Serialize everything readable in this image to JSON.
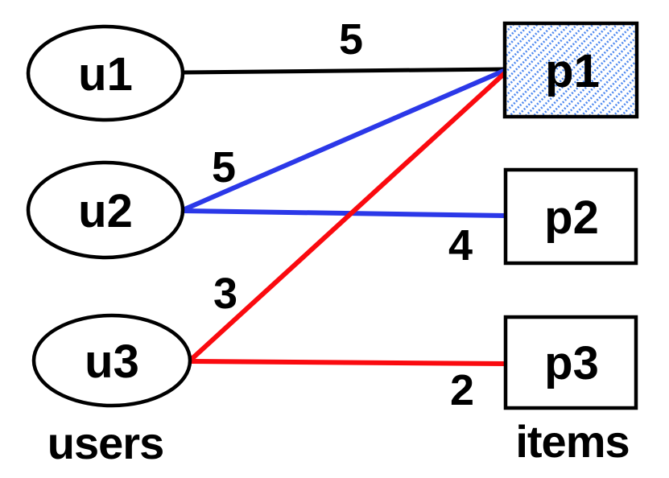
{
  "colors": {
    "background": "#ffffff",
    "node_stroke": "#000000",
    "node_fill": "#ffffff",
    "text": "#000000",
    "edge_black": "#000000",
    "edge_blue": "#2b38e8",
    "edge_red": "#fa0a0f",
    "hatch_blue": "#4a86ef"
  },
  "graph": {
    "left_group_label": "users",
    "right_group_label": "items",
    "users": [
      {
        "id": "u1"
      },
      {
        "id": "u2"
      },
      {
        "id": "u3"
      }
    ],
    "items": [
      {
        "id": "p1",
        "highlighted": true
      },
      {
        "id": "p2",
        "highlighted": false
      },
      {
        "id": "p3",
        "highlighted": false
      }
    ],
    "edges": [
      {
        "from": "u1",
        "to": "p1",
        "weight": "5",
        "color": "black"
      },
      {
        "from": "u2",
        "to": "p1",
        "weight": "5",
        "color": "blue"
      },
      {
        "from": "u2",
        "to": "p2",
        "weight": "4",
        "color": "blue"
      },
      {
        "from": "u3",
        "to": "p1",
        "weight": "3",
        "color": "red"
      },
      {
        "from": "u3",
        "to": "p3",
        "weight": "2",
        "color": "red"
      }
    ]
  }
}
